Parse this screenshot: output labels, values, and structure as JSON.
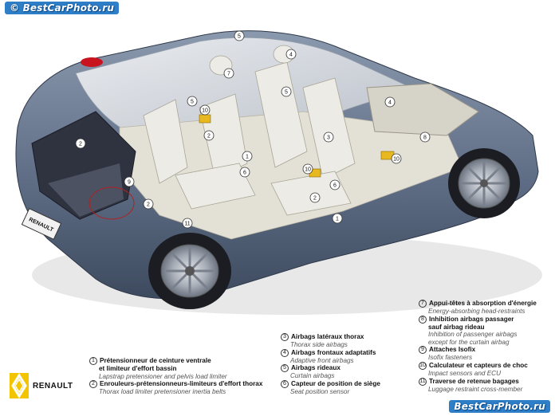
{
  "watermark": {
    "top": "© BestCarPhoto.ru",
    "bottom": "BestCarPhoto.ru"
  },
  "brand": {
    "name": "RENAULT",
    "plate": "RENAULT"
  },
  "callout_numbers": [
    "1",
    "2",
    "3",
    "4",
    "5",
    "6",
    "7",
    "8",
    "9",
    "10",
    "11"
  ],
  "legend": {
    "col1": [
      {
        "num": "1",
        "title": "Prétensionneur de ceinture ventrale",
        "title2": "et limiteur d'effort bassin",
        "subtitle": "Lapstrap pretensioner and pelvis load limiter"
      },
      {
        "num": "2",
        "title": "Enrouleurs-prétensionneurs-limiteurs d'effort thorax",
        "subtitle": "Thorax load limiter pretensioner inertia belts"
      }
    ],
    "col2": [
      {
        "num": "3",
        "title": "Airbags latéraux thorax",
        "subtitle": "Thorax side airbags"
      },
      {
        "num": "4",
        "title": "Airbags frontaux adaptatifs",
        "subtitle": "Adaptive front airbags"
      },
      {
        "num": "5",
        "title": "Airbags rideaux",
        "subtitle": "Curtain airbags"
      },
      {
        "num": "6",
        "title": "Capteur de position de siège",
        "subtitle": "Seat position sensor"
      }
    ],
    "col3": [
      {
        "num": "7",
        "title": "Appui-têtes à absorption d'énergie",
        "subtitle": "Energy-absorbing head-restraints"
      },
      {
        "num": "8",
        "title": "Inhibition airbags passager",
        "title2": "sauf airbag rideau",
        "subtitle": "Inhibition of passenger airbags",
        "subtitle2": "except for the curtain airbag"
      },
      {
        "num": "9",
        "title": "Attaches Isofix",
        "subtitle": "Isofix fasteners"
      },
      {
        "num": "10",
        "title": "Calculateur et capteurs de choc",
        "subtitle": "Impact sensors and ECU"
      },
      {
        "num": "11",
        "title": "Traverse de retenue bagages",
        "subtitle": "Luggage restraint cross-member"
      }
    ]
  },
  "colors": {
    "body": "#6f7f96",
    "glass": "#d9dde2",
    "interior": "#e3e0d6",
    "airbag_module": "#e8b820",
    "accent": "#c8141e"
  }
}
